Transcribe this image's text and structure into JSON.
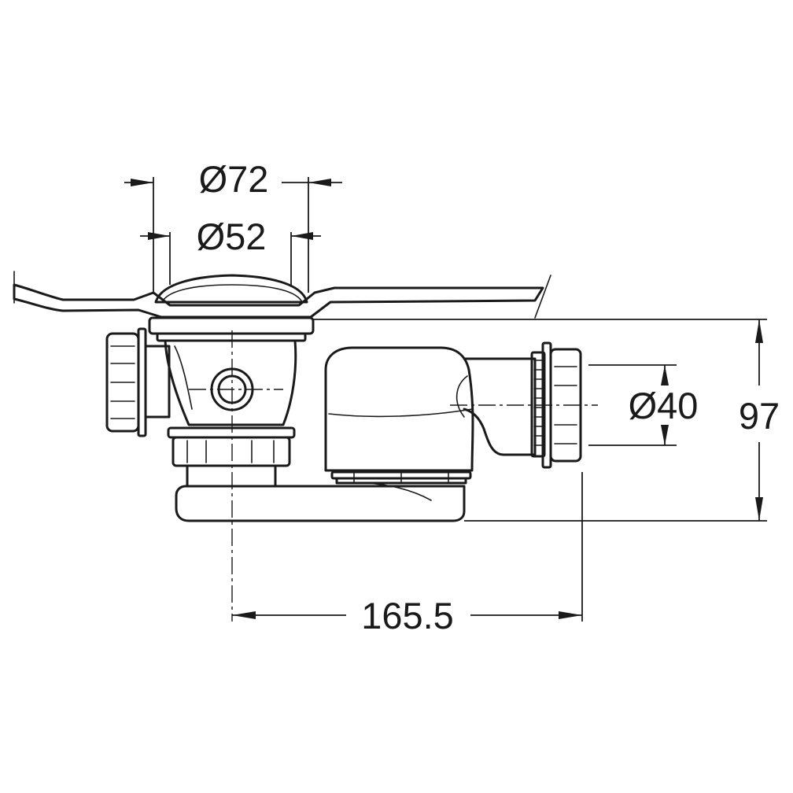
{
  "dimensions": {
    "outer_diameter": "Ø72",
    "inner_diameter": "Ø52",
    "outlet_diameter": "Ø40",
    "height": "97",
    "length": "165.5"
  },
  "colors": {
    "line": "#1a1a1a",
    "background": "#ffffff"
  }
}
